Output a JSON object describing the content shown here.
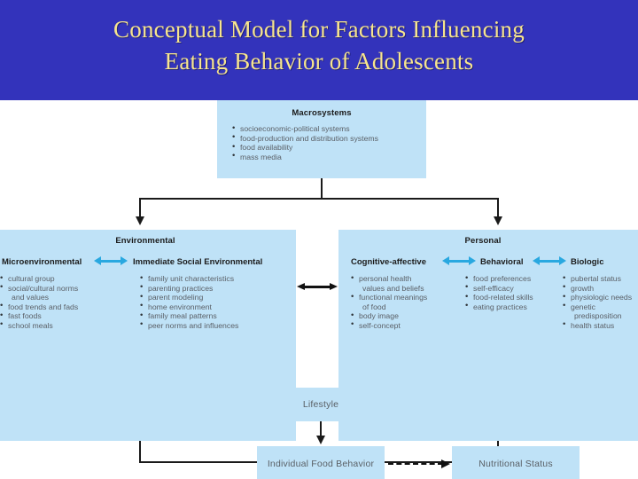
{
  "banner": {
    "title_line1": "Conceptual Model for Factors Influencing",
    "title_line2": "Eating Behavior of Adolescents",
    "bg_color": "#3333bb",
    "text_color": "#f7e58e"
  },
  "theme": {
    "box_fill": "#bfe2f7",
    "bullet_text_color": "#5a5f66",
    "heading_color": "#1b1b1b",
    "blue_arrow_color": "#29a8e0",
    "connector_color": "#1a1a1a"
  },
  "diagram": {
    "macrosystems": {
      "title": "Macrosystems",
      "bullets": [
        "socioeconomic-political systems",
        "food-production and distribution systems",
        "food availability",
        "mass media"
      ]
    },
    "environmental": {
      "title": "Environmental",
      "columns": [
        {
          "heading": "Microenvironmental",
          "bullets": [
            {
              "text": "cultural group",
              "continuation": false
            },
            {
              "text": "social/cultural norms",
              "continuation": false
            },
            {
              "text": "and values",
              "continuation": true
            },
            {
              "text": "food trends and fads",
              "continuation": false
            },
            {
              "text": "fast foods",
              "continuation": false
            },
            {
              "text": "school meals",
              "continuation": false
            }
          ]
        },
        {
          "heading": "Immediate Social Environmental",
          "bullets": [
            {
              "text": "family unit characteristics",
              "continuation": false
            },
            {
              "text": "parenting practices",
              "continuation": false
            },
            {
              "text": "parent modeling",
              "continuation": false
            },
            {
              "text": "home environment",
              "continuation": false
            },
            {
              "text": "family meal patterns",
              "continuation": false
            },
            {
              "text": "peer norms and influences",
              "continuation": false
            }
          ]
        }
      ]
    },
    "personal": {
      "title": "Personal",
      "columns": [
        {
          "heading": "Cognitive-affective",
          "bullets": [
            {
              "text": "personal health",
              "continuation": false
            },
            {
              "text": "values and beliefs",
              "continuation": true
            },
            {
              "text": "functional meanings",
              "continuation": false
            },
            {
              "text": "of food",
              "continuation": true
            },
            {
              "text": "body image",
              "continuation": false
            },
            {
              "text": "self-concept",
              "continuation": false
            }
          ]
        },
        {
          "heading": "Behavioral",
          "bullets": [
            {
              "text": "food preferences",
              "continuation": false
            },
            {
              "text": "self-efficacy",
              "continuation": false
            },
            {
              "text": "food-related skills",
              "continuation": false
            },
            {
              "text": "eating practices",
              "continuation": false
            }
          ]
        },
        {
          "heading": "Biologic",
          "bullets": [
            {
              "text": "pubertal status",
              "continuation": false
            },
            {
              "text": "growth",
              "continuation": false
            },
            {
              "text": "physiologic needs",
              "continuation": false
            },
            {
              "text": "genetic",
              "continuation": false
            },
            {
              "text": "predisposition",
              "continuation": true
            },
            {
              "text": "health status",
              "continuation": false
            }
          ]
        }
      ]
    },
    "lifestyle": {
      "label": "Lifestyle"
    },
    "individual_food_behavior": {
      "label": "Individual Food Behavior"
    },
    "nutritional_status": {
      "label": "Nutritional Status"
    },
    "arrows": {
      "micro_to_social": "double-headed-blue-arrow",
      "cognitive_to_behavioral": "double-headed-blue-arrow",
      "behavioral_to_biologic": "double-headed-blue-arrow",
      "environmental_to_personal": "double-headed-black-arrow",
      "macrosystems_to_environmental": "down-arrow",
      "macrosystems_to_personal": "down-arrow",
      "to_lifestyle": "down-arrow",
      "lifestyle_to_individual_food_behavior": "down-arrow",
      "individual_food_behavior_to_nutritional_status": "dashed-right-arrow"
    }
  }
}
